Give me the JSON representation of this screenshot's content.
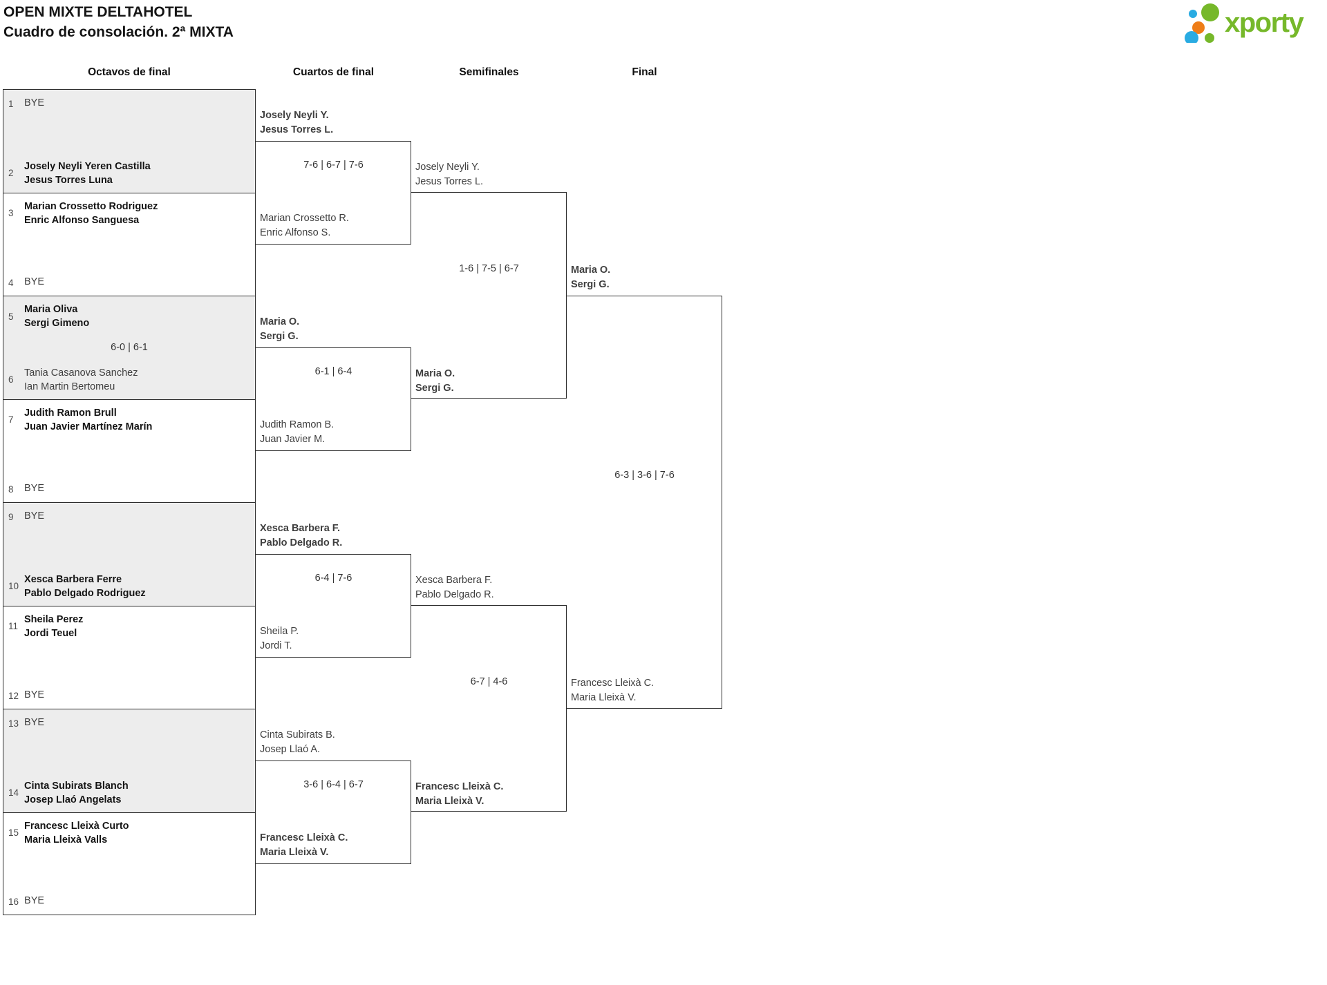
{
  "header": {
    "title": "OPEN MIXTE DELTAHOTEL",
    "subtitle": "Cuadro de consolación. 2ª MIXTA"
  },
  "logo": {
    "text": "xporty",
    "green": "#76b82a",
    "blue": "#29abe2",
    "orange": "#ee7d17"
  },
  "round_headers": [
    "Octavos de final",
    "Cuartos de final",
    "Semifinales",
    "Final"
  ],
  "r16": [
    {
      "score": "",
      "top": {
        "n": "1",
        "l1": "BYE",
        "l2": "",
        "winner": false
      },
      "bottom": {
        "n": "2",
        "l1": "Josely Neyli Yeren Castilla",
        "l2": "Jesus Torres Luna",
        "winner": true
      }
    },
    {
      "score": "",
      "top": {
        "n": "3",
        "l1": "Marian Crossetto Rodriguez",
        "l2": "Enric Alfonso Sanguesa",
        "winner": true
      },
      "bottom": {
        "n": "4",
        "l1": "BYE",
        "l2": "",
        "winner": false
      }
    },
    {
      "score": "6-0 | 6-1",
      "top": {
        "n": "5",
        "l1": "Maria Oliva",
        "l2": "Sergi Gimeno",
        "winner": true
      },
      "bottom": {
        "n": "6",
        "l1": "Tania Casanova Sanchez",
        "l2": "Ian Martin Bertomeu",
        "winner": false
      }
    },
    {
      "score": "",
      "top": {
        "n": "7",
        "l1": "Judith Ramon Brull",
        "l2": "Juan Javier Martínez Marín",
        "winner": true
      },
      "bottom": {
        "n": "8",
        "l1": "BYE",
        "l2": "",
        "winner": false
      }
    },
    {
      "score": "",
      "top": {
        "n": "9",
        "l1": "BYE",
        "l2": "",
        "winner": false
      },
      "bottom": {
        "n": "10",
        "l1": "Xesca Barbera Ferre",
        "l2": "Pablo Delgado Rodriguez",
        "winner": true
      }
    },
    {
      "score": "",
      "top": {
        "n": "11",
        "l1": "Sheila Perez",
        "l2": "Jordi Teuel",
        "winner": true
      },
      "bottom": {
        "n": "12",
        "l1": "BYE",
        "l2": "",
        "winner": false
      }
    },
    {
      "score": "",
      "top": {
        "n": "13",
        "l1": "BYE",
        "l2": "",
        "winner": false
      },
      "bottom": {
        "n": "14",
        "l1": "Cinta Subirats Blanch",
        "l2": "Josep Llaó Angelats",
        "winner": true
      }
    },
    {
      "score": "",
      "top": {
        "n": "15",
        "l1": "Francesc Lleixà Curto",
        "l2": "Maria Lleixà Valls",
        "winner": true
      },
      "bottom": {
        "n": "16",
        "l1": "BYE",
        "l2": "",
        "winner": false
      }
    }
  ],
  "quarterfinals": [
    {
      "score": "7-6 | 6-7 | 7-6",
      "top": {
        "l1": "Josely Neyli Y.",
        "l2": "Jesus Torres L.",
        "winner": true
      },
      "bottom": {
        "l1": "Marian Crossetto R.",
        "l2": "Enric Alfonso S.",
        "winner": false
      }
    },
    {
      "score": "6-1 | 6-4",
      "top": {
        "l1": "Maria O.",
        "l2": "Sergi G.",
        "winner": true
      },
      "bottom": {
        "l1": "Judith Ramon B.",
        "l2": "Juan Javier M.",
        "winner": false
      }
    },
    {
      "score": "6-4 | 7-6",
      "top": {
        "l1": "Xesca Barbera F.",
        "l2": "Pablo Delgado R.",
        "winner": true
      },
      "bottom": {
        "l1": "Sheila P.",
        "l2": "Jordi T.",
        "winner": false
      }
    },
    {
      "score": "3-6 | 6-4 | 6-7",
      "top": {
        "l1": "Cinta Subirats B.",
        "l2": "Josep Llaó A.",
        "winner": false
      },
      "bottom": {
        "l1": "Francesc Lleixà C.",
        "l2": "Maria Lleixà V.",
        "winner": true
      }
    }
  ],
  "semifinals": [
    {
      "score": "1-6 | 7-5 | 6-7",
      "top": {
        "l1": "Josely Neyli Y.",
        "l2": "Jesus Torres L.",
        "winner": false
      },
      "bottom": {
        "l1": "Maria O.",
        "l2": "Sergi G.",
        "winner": true
      }
    },
    {
      "score": "6-7 | 4-6",
      "top": {
        "l1": "Xesca Barbera F.",
        "l2": "Pablo Delgado R.",
        "winner": false
      },
      "bottom": {
        "l1": "Francesc Lleixà C.",
        "l2": "Maria Lleixà V.",
        "winner": true
      }
    }
  ],
  "final": {
    "score": "6-3 | 3-6 | 7-6",
    "top": {
      "l1": "Maria O.",
      "l2": "Sergi G.",
      "winner": true
    },
    "bottom": {
      "l1": "Francesc Lleixà C.",
      "l2": "Maria Lleixà V.",
      "winner": false
    }
  }
}
